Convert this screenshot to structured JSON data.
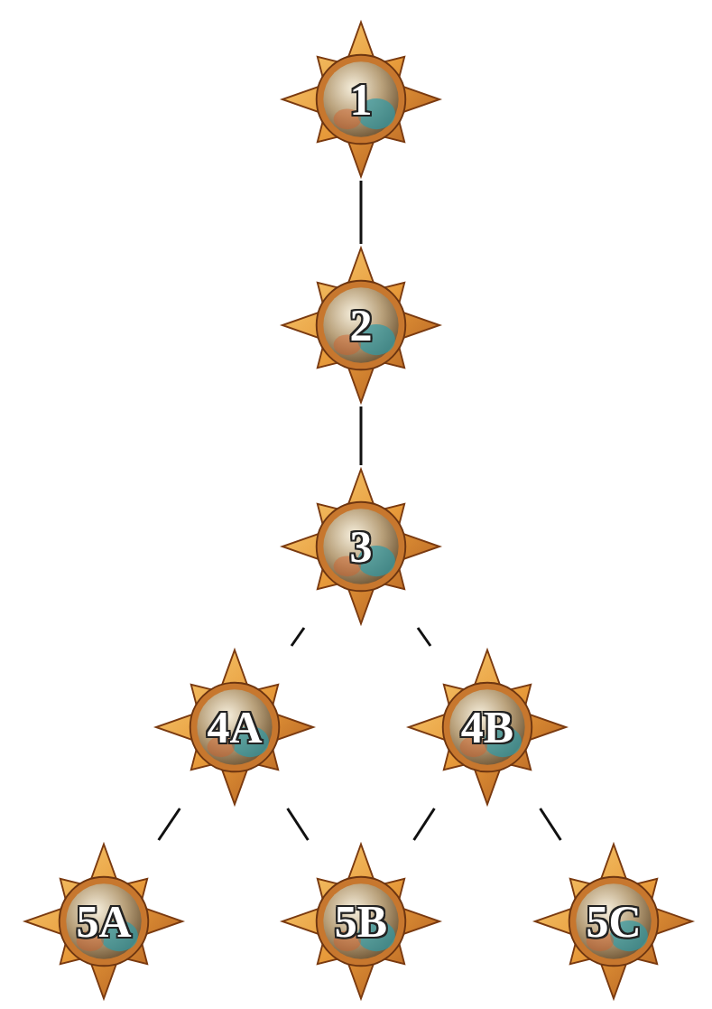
{
  "diagram": {
    "nodes": [
      {
        "text": [
          "1"
        ]
      },
      {
        "text": [
          "2"
        ]
      },
      {
        "text": [
          "3"
        ]
      },
      {
        "text": [
          "4A"
        ]
      },
      {
        "text": [
          "4B"
        ]
      },
      {
        "text": [
          "5A"
        ]
      },
      {
        "text": [
          "5B"
        ]
      },
      {
        "text": [
          "5C"
        ]
      }
    ],
    "edges": [
      {
        "from": 0,
        "to": 1,
        "arrow": "none"
      },
      {
        "from": 1,
        "to": 2,
        "arrow": "none"
      },
      {
        "from": 2,
        "to": 3,
        "arrow": "none"
      },
      {
        "from": 2,
        "to": 4,
        "arrow": "none"
      },
      {
        "from": 3,
        "to": 5,
        "arrow": "none"
      },
      {
        "from": 3,
        "to": 6,
        "arrow": "none"
      },
      {
        "from": 4,
        "to": 6,
        "arrow": "none"
      },
      {
        "from": 4,
        "to": 7,
        "arrow": "none"
      }
    ]
  }
}
